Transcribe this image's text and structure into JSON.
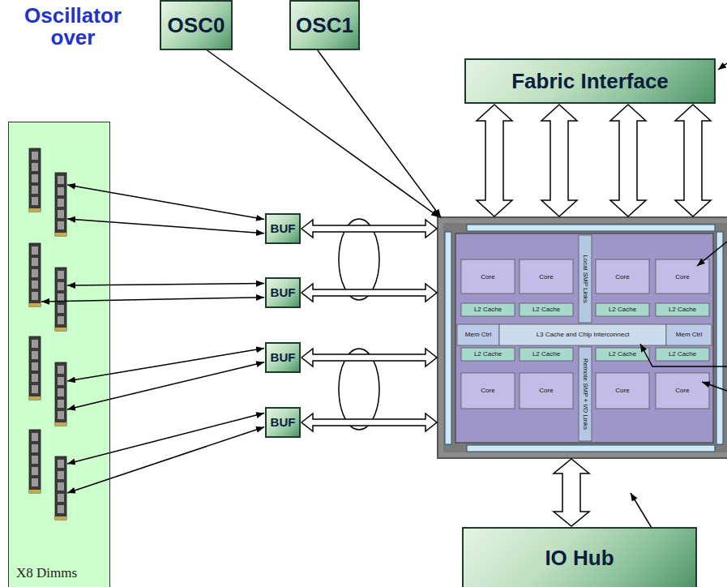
{
  "diagram": {
    "nodes": [
      {
        "text": [
          "OSC0"
        ]
      },
      {
        "text": [
          "OSC1"
        ]
      },
      {
        "text": [
          "Fabric Interface"
        ]
      },
      {
        "text": [
          "X8 Dimms"
        ]
      },
      {
        "text": [
          "BUF"
        ]
      },
      {
        "text": [
          "BUF"
        ]
      },
      {
        "text": [
          "BUF"
        ]
      },
      {
        "text": [
          "BUF"
        ]
      },
      {
        "text": [
          "Core",
          "Core",
          "Local SMP Links",
          "Core",
          "Core",
          "L2 Cache",
          "L2 Cache",
          "L2 Cache",
          "L2 Cache",
          "Mem Ctrl",
          "L3 Cache and Chip Interconnect",
          "Mem Ctrl",
          "L2 Cache",
          "L2 Cache",
          "L2 Cache",
          "L2 Cache",
          "Remote SMP + I/O Links",
          "Core",
          "Core",
          "Core",
          "Core"
        ]
      },
      {
        "text": [
          "IO Hub"
        ]
      }
    ],
    "edges": [
      {
        "from": 0,
        "to": 8,
        "arrow": "to"
      },
      {
        "from": 1,
        "to": 8,
        "arrow": "to"
      },
      {
        "from": 2,
        "to": 8,
        "arrow": "both"
      },
      {
        "from": 2,
        "to": 8,
        "arrow": "both"
      },
      {
        "from": 2,
        "to": 8,
        "arrow": "both"
      },
      {
        "from": 2,
        "to": 8,
        "arrow": "both"
      },
      {
        "from": 3,
        "to": 4,
        "arrow": "both"
      },
      {
        "from": 3,
        "to": 4,
        "arrow": "both"
      },
      {
        "from": 3,
        "to": 5,
        "arrow": "both"
      },
      {
        "from": 3,
        "to": 5,
        "arrow": "both"
      },
      {
        "from": 3,
        "to": 6,
        "arrow": "both"
      },
      {
        "from": 3,
        "to": 6,
        "arrow": "both"
      },
      {
        "from": 3,
        "to": 7,
        "arrow": "both"
      },
      {
        "from": 3,
        "to": 7,
        "arrow": "both"
      },
      {
        "from": 4,
        "to": 8,
        "arrow": "both"
      },
      {
        "from": 5,
        "to": 8,
        "arrow": "both"
      },
      {
        "from": 6,
        "to": 8,
        "arrow": "both"
      },
      {
        "from": 7,
        "to": 8,
        "arrow": "both"
      },
      {
        "from": 8,
        "to": 9,
        "arrow": "both"
      }
    ],
    "labels": [
      "Oscillator over"
    ]
  }
}
